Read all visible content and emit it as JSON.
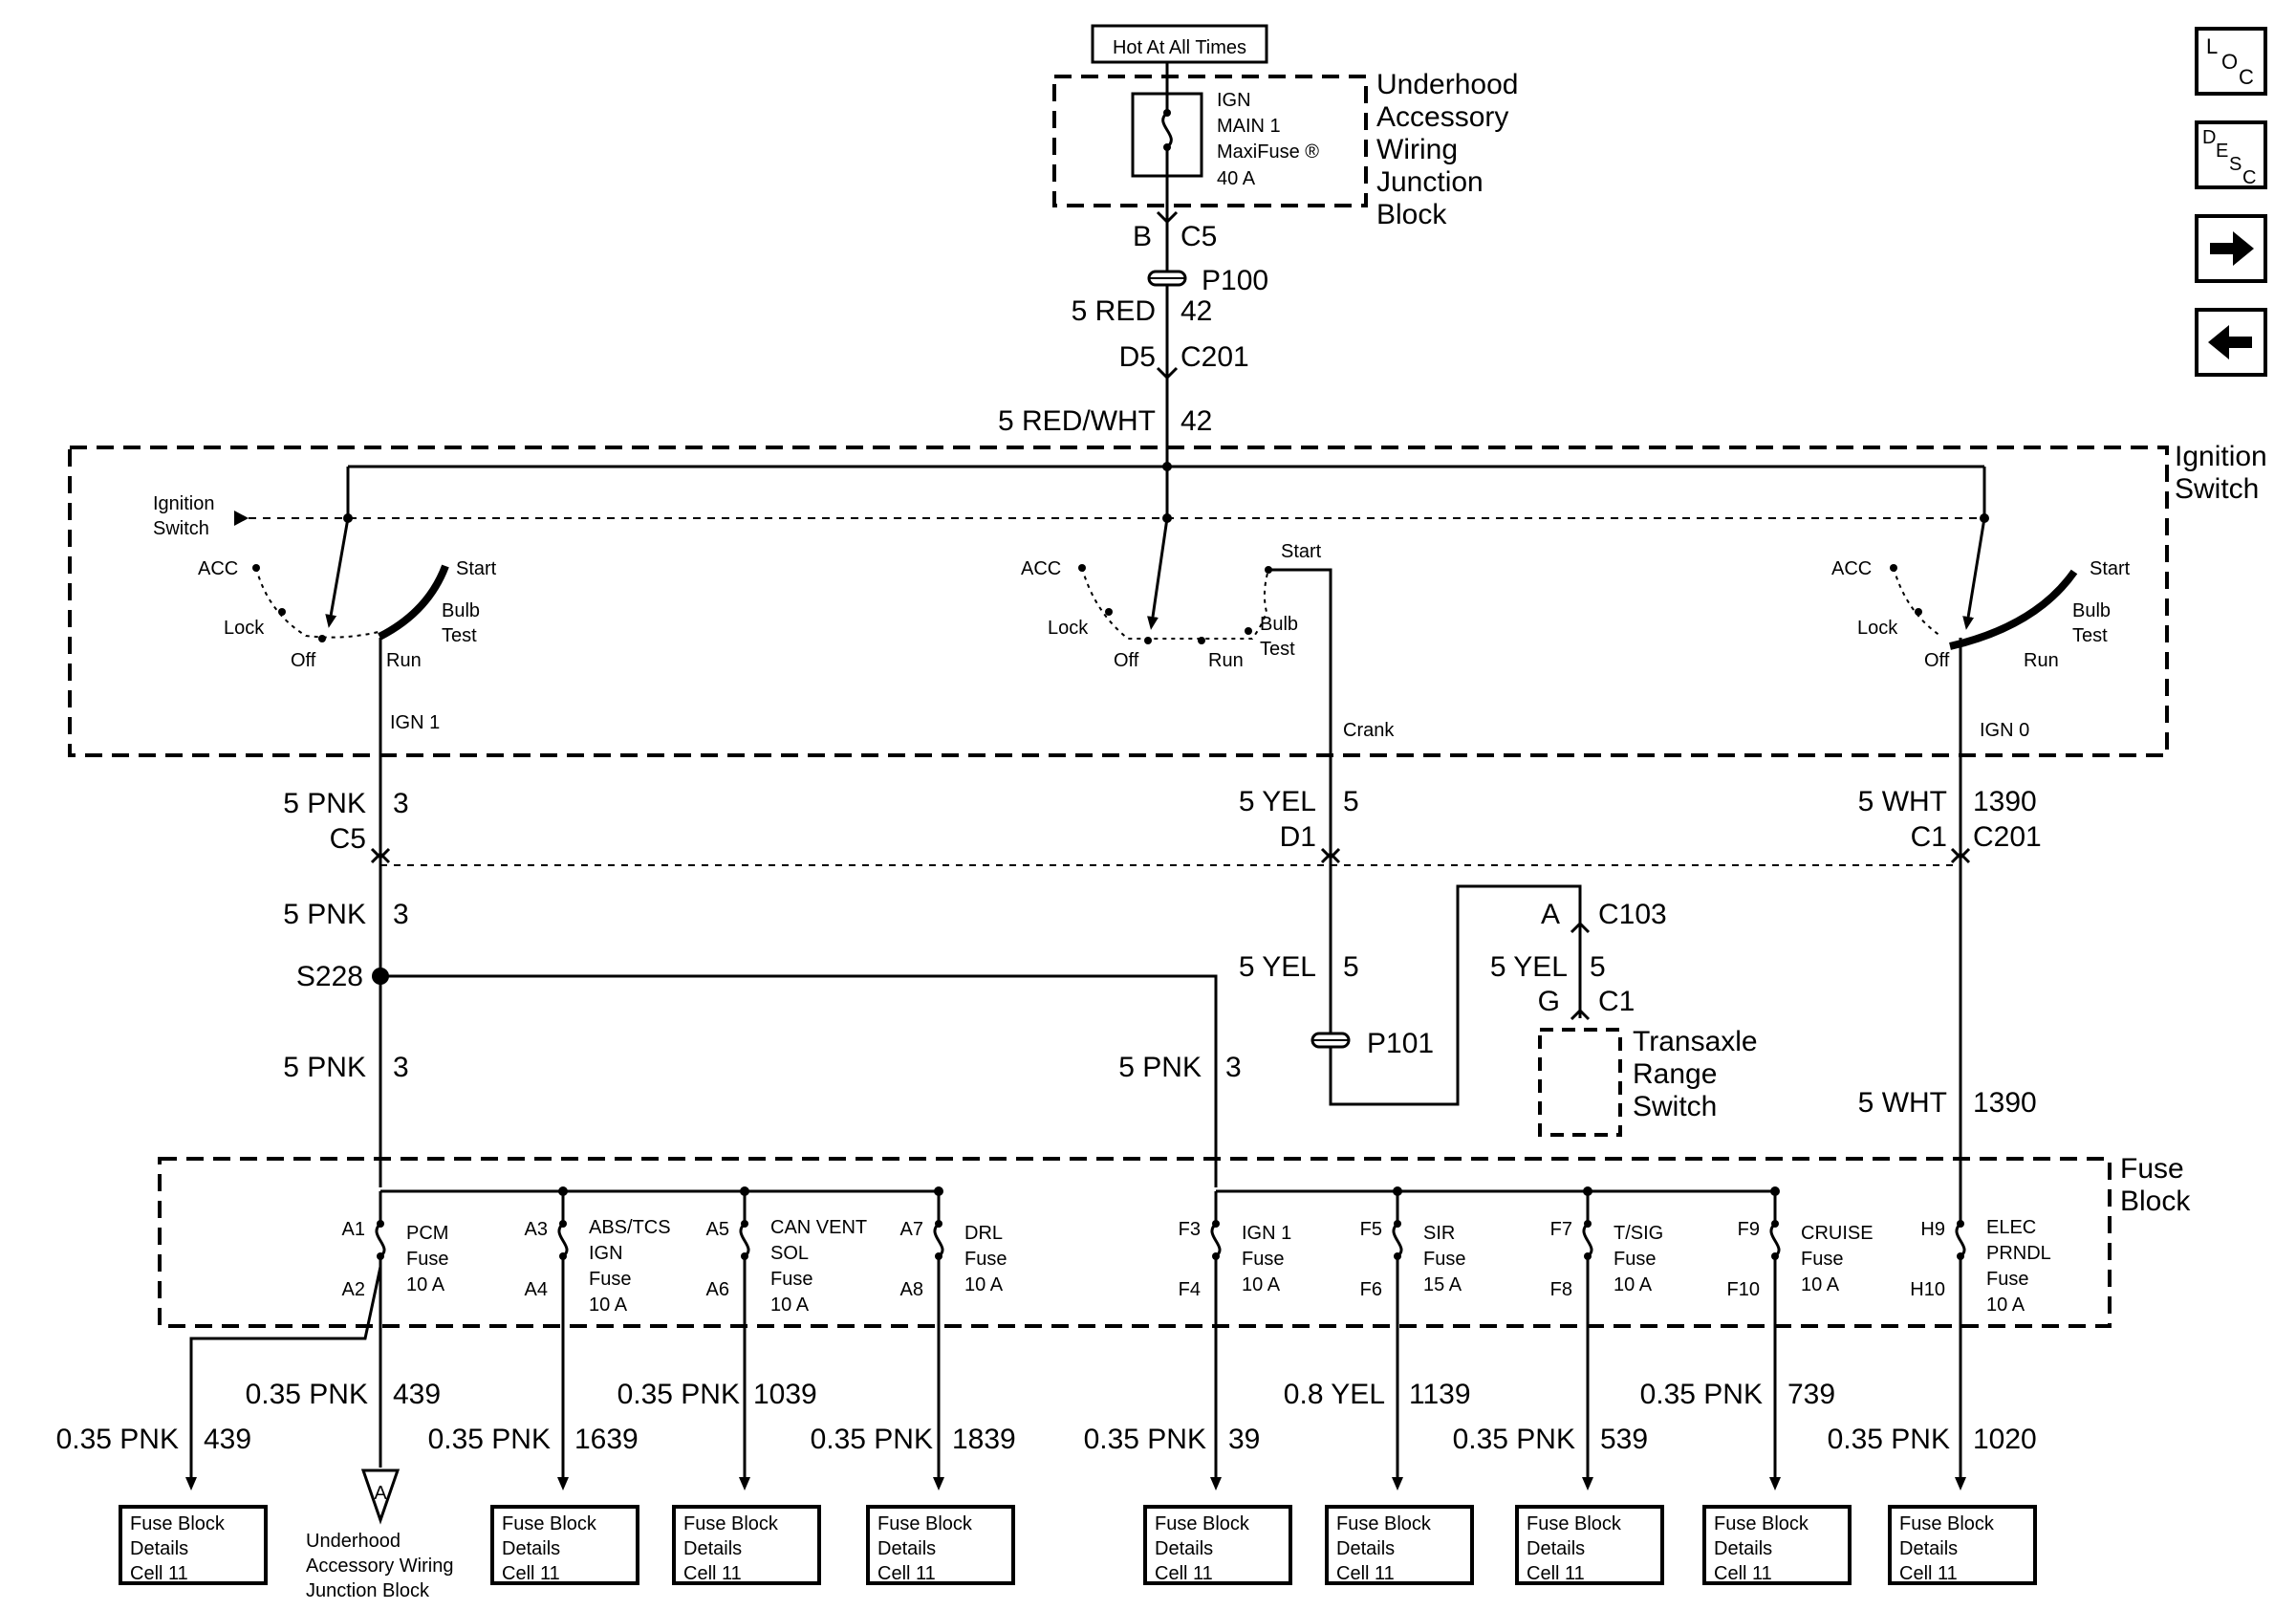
{
  "nav": {
    "loc_label": "LOC",
    "desc_label": "DESC",
    "loc": [
      "L",
      "O",
      "C"
    ],
    "desc": [
      "D",
      "E",
      "S",
      "C"
    ]
  },
  "source": {
    "hot_label": "Hot At All Times",
    "fuse_text": [
      "IGN",
      "MAIN 1",
      "MaxiFuse ®",
      "40 A"
    ],
    "block_title": [
      "Underhood",
      "Accessory",
      "Wiring",
      "Junction",
      "Block"
    ]
  },
  "feed": {
    "b_pin": "B",
    "c5": "C5",
    "p100": "P100",
    "wire_5red": "5 RED",
    "circ_42a": "42",
    "d5": "D5",
    "c201": "C201",
    "wire_redwht": "5 RED/WHT",
    "circ_42b": "42"
  },
  "ign_switch": {
    "title": [
      "Ignition",
      "Switch"
    ],
    "mech_label": [
      "Ignition",
      "Switch"
    ],
    "left": {
      "acc": "ACC",
      "lock": "Lock",
      "off": "Off",
      "run": "Run",
      "start": "Start",
      "bulb": [
        "Bulb",
        "Test"
      ],
      "out": "IGN 1"
    },
    "middle": {
      "acc": "ACC",
      "lock": "Lock",
      "off": "Off",
      "run": "Run",
      "start": "Start",
      "bulb": [
        "Bulb",
        "Test"
      ],
      "out": "Crank"
    },
    "right": {
      "acc": "ACC",
      "lock": "Lock",
      "off": "Off",
      "run": "Run",
      "start": "Start",
      "bulb": [
        "Bulb",
        "Test"
      ],
      "out": "IGN 0"
    }
  },
  "circuits": {
    "pnk_a": {
      "wire": "5 PNK",
      "num": "3",
      "conn": "C5"
    },
    "yel_a": {
      "wire": "5 YEL",
      "num": "5",
      "conn": "D1"
    },
    "wht_a": {
      "wire": "5 WHT",
      "num": "1390",
      "conn_pin": "C1",
      "conn": "C201"
    },
    "pnk_b": {
      "wire": "5 PNK",
      "num": "3"
    },
    "s228": "S228",
    "pnk_c": {
      "wire": "5 PNK",
      "num": "3"
    },
    "pnk_d": {
      "wire": "5 PNK",
      "num": "3"
    },
    "yel_b": {
      "wire": "5 YEL",
      "num": "5"
    },
    "p101": "P101",
    "c103": {
      "pin": "A",
      "conn": "C103"
    },
    "yel_c": {
      "wire": "5 YEL",
      "num": "5"
    },
    "c1": {
      "pin": "G",
      "conn": "C1"
    },
    "trs": [
      "Transaxle",
      "Range",
      "Switch"
    ],
    "wht_b": {
      "wire": "5 WHT",
      "num": "1390"
    }
  },
  "fuse_block": {
    "title": [
      "Fuse",
      "Block"
    ],
    "fuses": [
      {
        "in": "A1",
        "out": "A2",
        "name": [
          "PCM",
          "Fuse",
          "10 A"
        ]
      },
      {
        "in": "A3",
        "out": "A4",
        "name": [
          "ABS/TCS",
          "IGN",
          "Fuse",
          "10 A"
        ]
      },
      {
        "in": "A5",
        "out": "A6",
        "name": [
          "CAN VENT",
          "SOL",
          "Fuse",
          "10 A"
        ]
      },
      {
        "in": "A7",
        "out": "A8",
        "name": [
          "DRL",
          "Fuse",
          "10 A"
        ]
      },
      {
        "in": "F3",
        "out": "F4",
        "name": [
          "IGN 1",
          "Fuse",
          "10 A"
        ]
      },
      {
        "in": "F5",
        "out": "F6",
        "name": [
          "SIR",
          "Fuse",
          "15 A"
        ]
      },
      {
        "in": "F7",
        "out": "F8",
        "name": [
          "T/SIG",
          "Fuse",
          "10 A"
        ]
      },
      {
        "in": "F9",
        "out": "F10",
        "name": [
          "CRUISE",
          "Fuse",
          "10 A"
        ]
      },
      {
        "in": "H9",
        "out": "H10",
        "name": [
          "ELEC",
          "PRNDL",
          "Fuse",
          "10 A"
        ]
      }
    ]
  },
  "outputs": {
    "pcm_underhood": {
      "wire": "0.35 PNK",
      "num": "439"
    },
    "pcm_fbd": {
      "wire": "0.35 PNK",
      "num": "439"
    },
    "abs": {
      "wire": "0.35 PNK",
      "num": "1639"
    },
    "canvent": {
      "wire": "0.35 PNK",
      "num": "1039"
    },
    "drl": {
      "wire": "0.35 PNK",
      "num": "1839"
    },
    "ign1": {
      "wire": "0.35 PNK",
      "num": "39"
    },
    "sir": {
      "wire": "0.8 YEL",
      "num": "1139"
    },
    "tsig": {
      "wire": "0.35 PNK",
      "num": "539"
    },
    "cruise": {
      "wire": "0.35 PNK",
      "num": "739"
    },
    "prndl": {
      "wire": "0.35 PNK",
      "num": "1020"
    }
  },
  "dest": {
    "fbd": [
      "Fuse Block",
      "Details",
      "Cell 11"
    ],
    "underhood_letter": "A",
    "underhood": [
      "Underhood",
      "Accessory Wiring",
      "Junction Block"
    ]
  }
}
